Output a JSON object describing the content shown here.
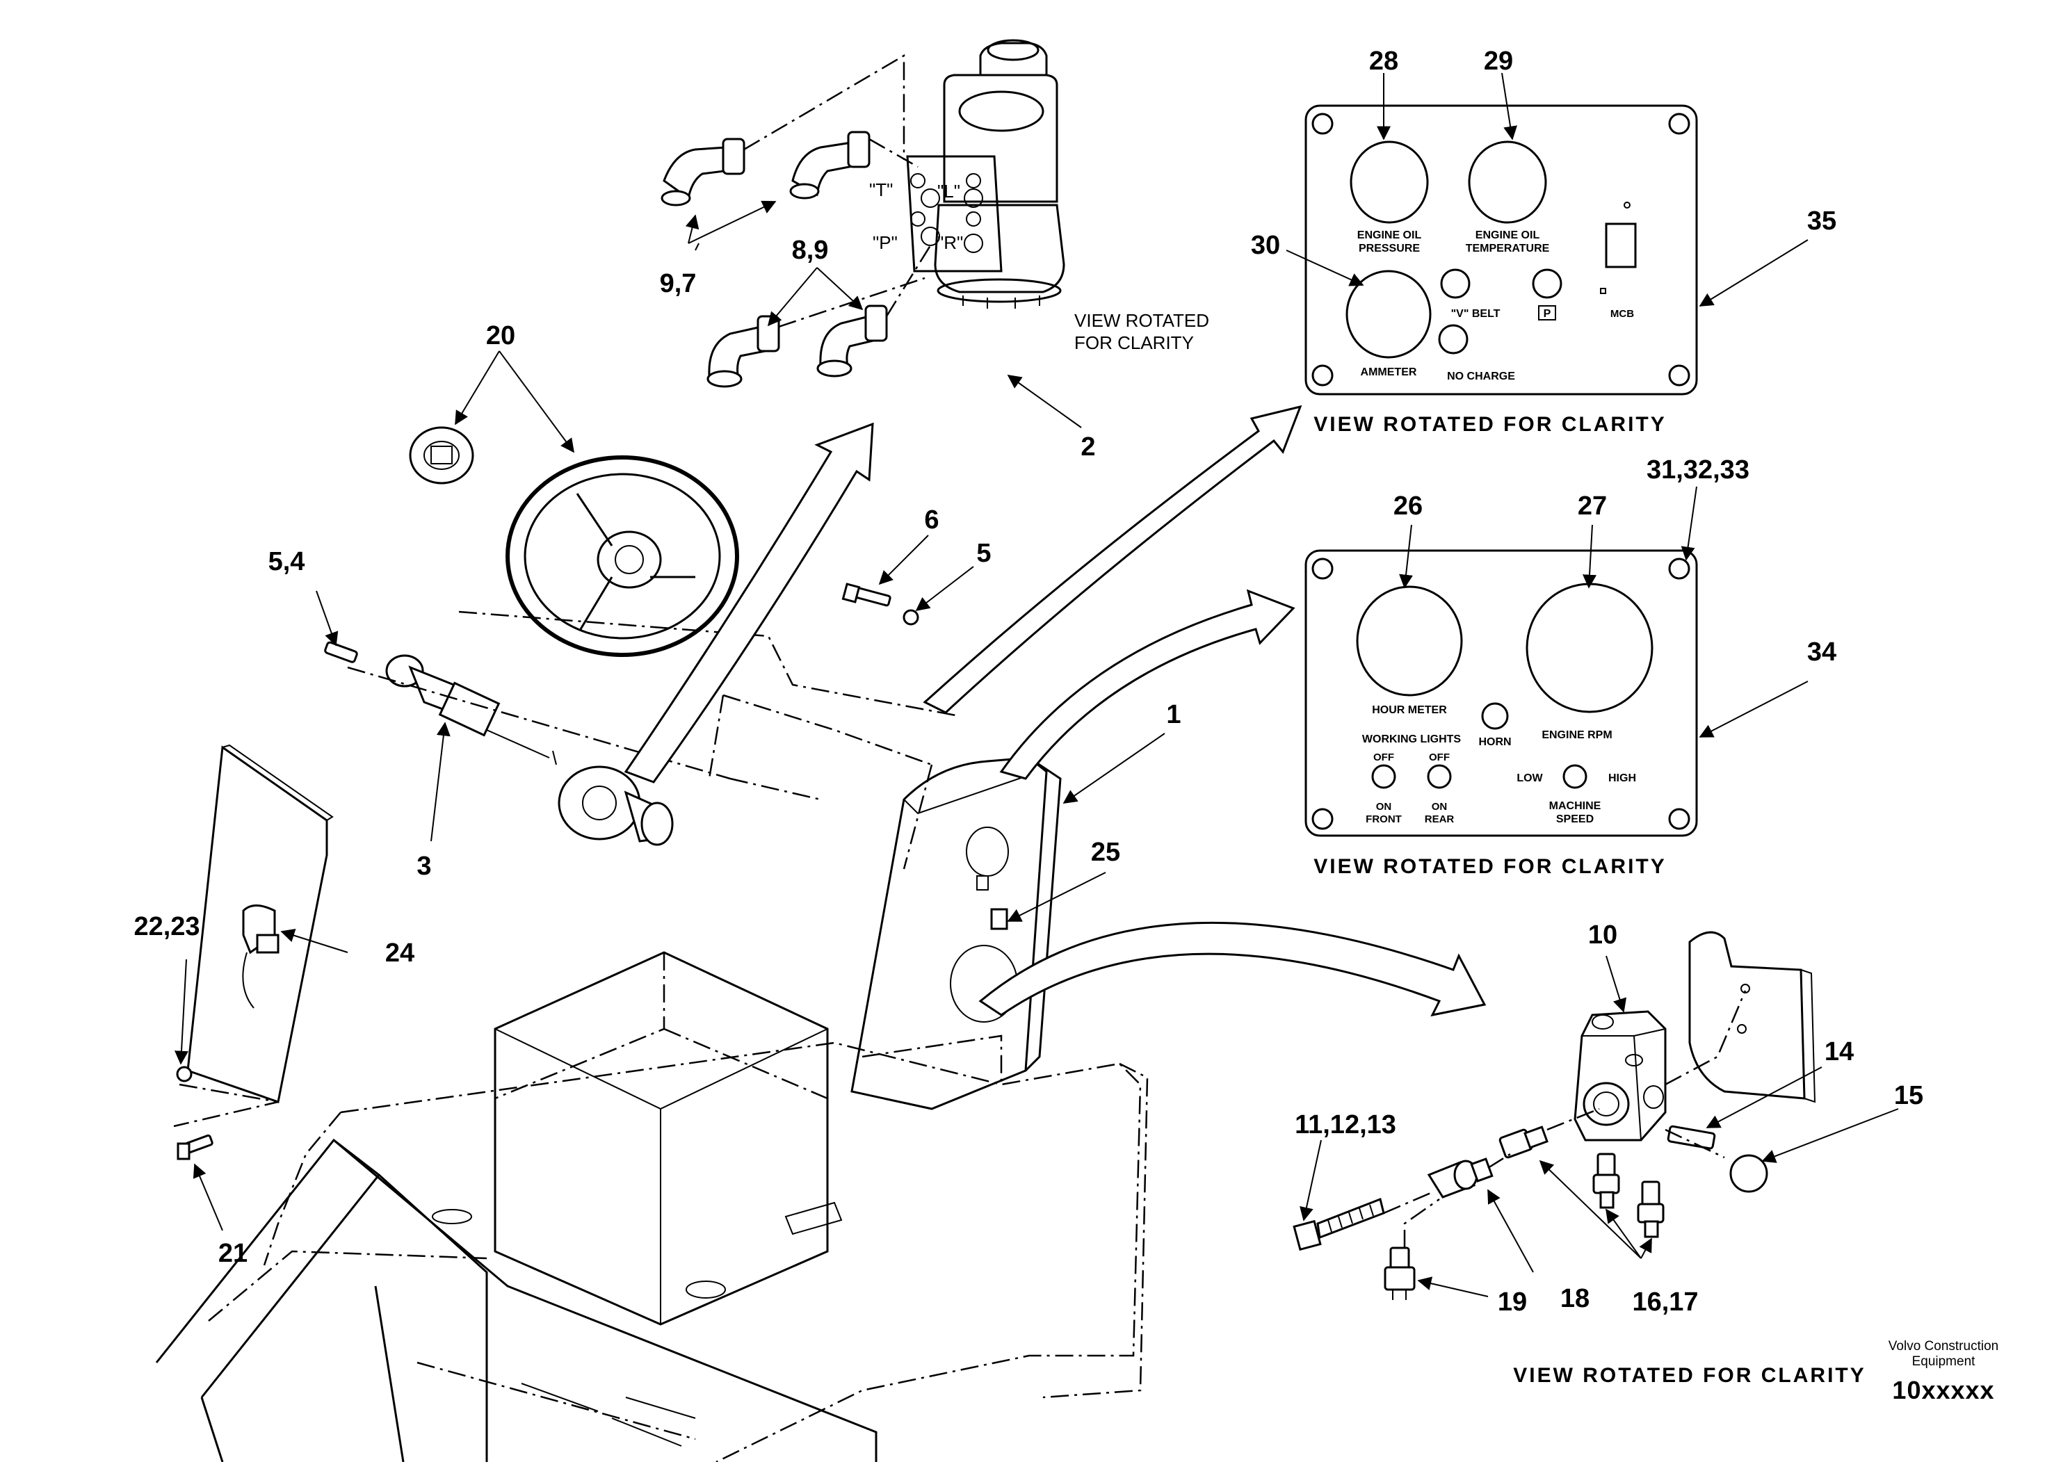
{
  "callouts": {
    "c28": "28",
    "c29": "29",
    "c30": "30",
    "c35": "35",
    "c20": "20",
    "c2": "2",
    "c97": "9,7",
    "c89": "8,9",
    "c6": "6",
    "c5": "5",
    "c54": "5,4",
    "c1": "1",
    "c3": "3",
    "c25": "25",
    "c26": "26",
    "c27": "27",
    "c313233": "31,32,33",
    "c34": "34",
    "c2223": "22,23",
    "c24": "24",
    "c21": "21",
    "c10": "10",
    "c14": "14",
    "c15": "15",
    "c111213": "11,12,13",
    "c18": "18",
    "c19": "19",
    "c1617": "16,17"
  },
  "port_labels": {
    "t": "\"T\"",
    "l": "\"L\"",
    "p": "\"P\"",
    "r": "\"R\""
  },
  "view_note_line1": "VIEW ROTATED",
  "view_note_line2": "FOR CLARITY",
  "panel_top": {
    "gauge1_line1": "ENGINE OIL",
    "gauge1_line2": "PRESSURE",
    "gauge2_line1": "ENGINE OIL",
    "gauge2_line2": "TEMPERATURE",
    "ammeter": "AMMETER",
    "vbelt": "\"V\" BELT",
    "p": "P",
    "mcb": "MCB",
    "no_charge": "NO CHARGE",
    "caption": "VIEW ROTATED FOR CLARITY"
  },
  "panel_bottom": {
    "hour_meter": "HOUR METER",
    "horn": "HORN",
    "engine_rpm": "ENGINE RPM",
    "working_lights": "WORKING LIGHTS",
    "off1": "OFF",
    "off2": "OFF",
    "on_front_1": "ON",
    "on_front_2": "FRONT",
    "on_rear_1": "ON",
    "on_rear_2": "REAR",
    "low": "LOW",
    "high": "HIGH",
    "machine_speed_1": "MACHINE",
    "machine_speed_2": "SPEED",
    "caption": "VIEW ROTATED FOR CLARITY"
  },
  "valve_caption": "VIEW ROTATED FOR CLARITY",
  "brand_line1": "Volvo Construction",
  "brand_line2": "Equipment",
  "doc_id": "10xxxxx"
}
